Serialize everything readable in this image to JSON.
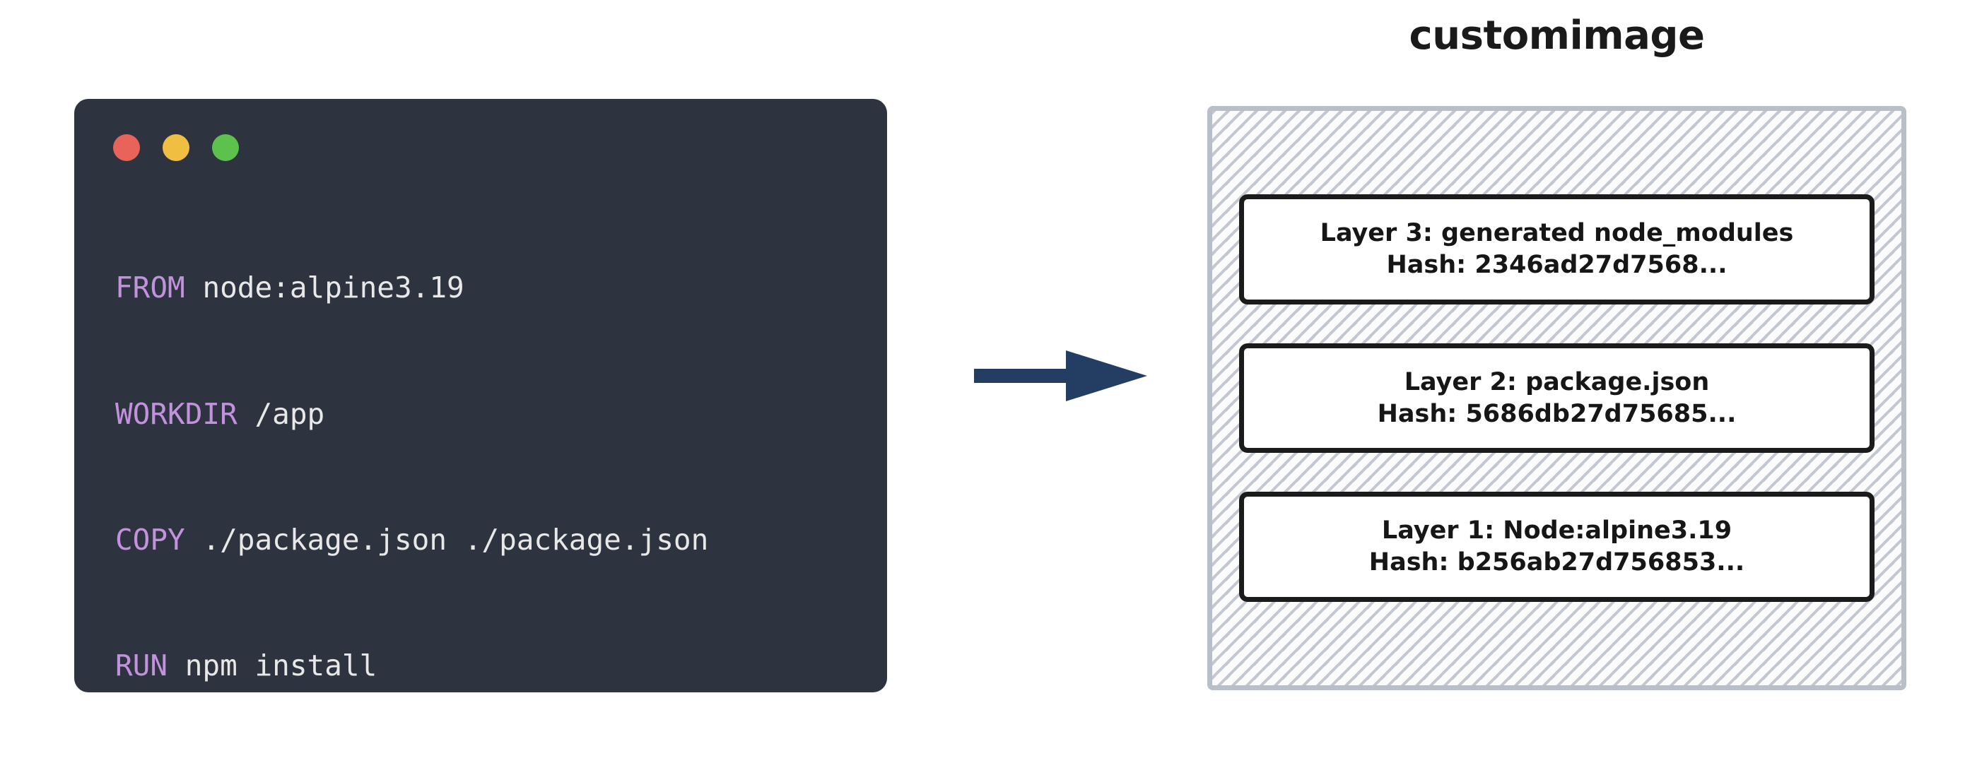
{
  "code_window": {
    "traffic_lights": [
      {
        "name": "close-button",
        "color": "#e8645a"
      },
      {
        "name": "minimize-button",
        "color": "#f0be40"
      },
      {
        "name": "maximize-button",
        "color": "#5cc14d"
      }
    ],
    "language": "dockerfile",
    "keyword_color": "#c392dc",
    "text_color": "#e8e8e8",
    "background_color": "#2d3440",
    "lines": [
      {
        "keyword": "FROM",
        "argument": "node:alpine3.19"
      },
      {
        "keyword": "WORKDIR",
        "argument": "/app"
      },
      {
        "keyword": "COPY",
        "argument": "./package.json ./package.json"
      },
      {
        "keyword": "RUN",
        "argument": "npm install"
      }
    ]
  },
  "arrow": {
    "label": "builds-into",
    "color": "#243e63",
    "direction": "right"
  },
  "image": {
    "title": "customimage",
    "border_color": "#b9bfc9",
    "hatch_color": "#c3c7d0",
    "layers": [
      {
        "name": "Layer 3: generated node_modules",
        "hash": "Hash: 2346ad27d7568..."
      },
      {
        "name": "Layer 2: package.json",
        "hash": "Hash: 5686db27d75685..."
      },
      {
        "name": "Layer 1: Node:alpine3.19",
        "hash": "Hash: b256ab27d756853..."
      }
    ]
  }
}
